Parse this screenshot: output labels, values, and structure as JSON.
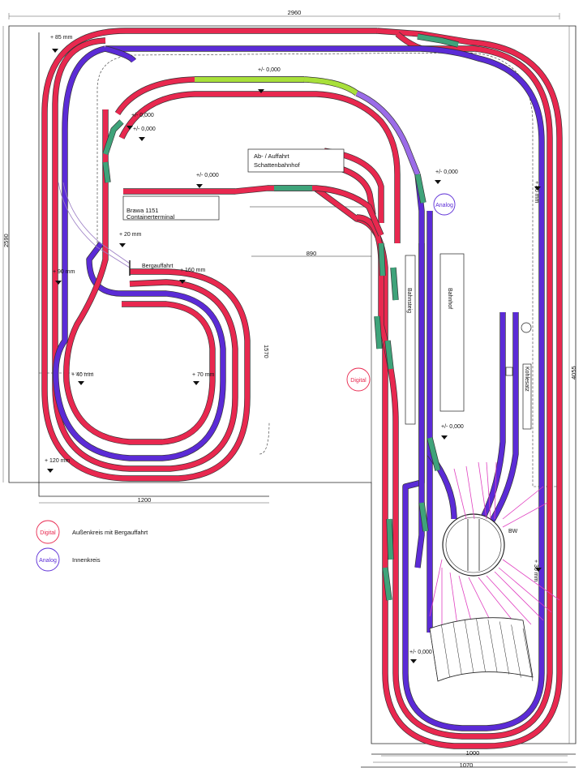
{
  "dimensions": {
    "top_width": "2960",
    "left_height": "2590",
    "right_height": "4055",
    "inner_step": "890",
    "inner_height": "1570",
    "bottom_left": "1200",
    "bottom_right_inner": "1000",
    "bottom_right_outer": "1070"
  },
  "heights": {
    "h_plus85": "+ 85 mm",
    "h_zero_top": "+/- 0,000",
    "h_zero_left1": "+/- 0,000",
    "h_zero_left2": "+/- 0,000",
    "h_zero_brawa": "+/- 0,000",
    "h_zero_right": "+/- 0,000",
    "h_plus80": "+ 80 mm",
    "h_plus20": "+ 20 mm",
    "h_plus160": "+ 160 mm",
    "h_plus90": "+ 90 mm",
    "h_plus40": "+ 40 mm",
    "h_plus70": "+ 70 mm",
    "h_plus120": "+ 120 mm",
    "h_zero_mid": "+/- 0,000",
    "h_plus30": "+ 30 mm",
    "h_zero_bottom": "+/- 0,000"
  },
  "labels": {
    "shadow_line1": "Ab- / Auffahrt",
    "shadow_line2": "Schattenbahnhof",
    "brawa_line1": "Brawa 1151",
    "brawa_line2": "Containerterminal",
    "bergauffahrt": "Bergauffahrt",
    "bahnsteig": "Bahnsteig",
    "bahnhof": "Bahnhof",
    "kohlesatz": "Kohlesatz",
    "bw": "BW"
  },
  "badges": {
    "analog_track": "Analog",
    "digital_track": "Digital"
  },
  "legend": {
    "digital_badge": "Digital",
    "digital_text": "Außenkreis mit Bergauffahrt",
    "analog_badge": "Analog",
    "analog_text": "Innenkreis"
  },
  "colors": {
    "digital": "#e8284f",
    "analog": "#5b2bd6",
    "turnout": "#3fa37a",
    "ramp": "#a8e03a",
    "ramp_violet": "#9b6ce8"
  }
}
